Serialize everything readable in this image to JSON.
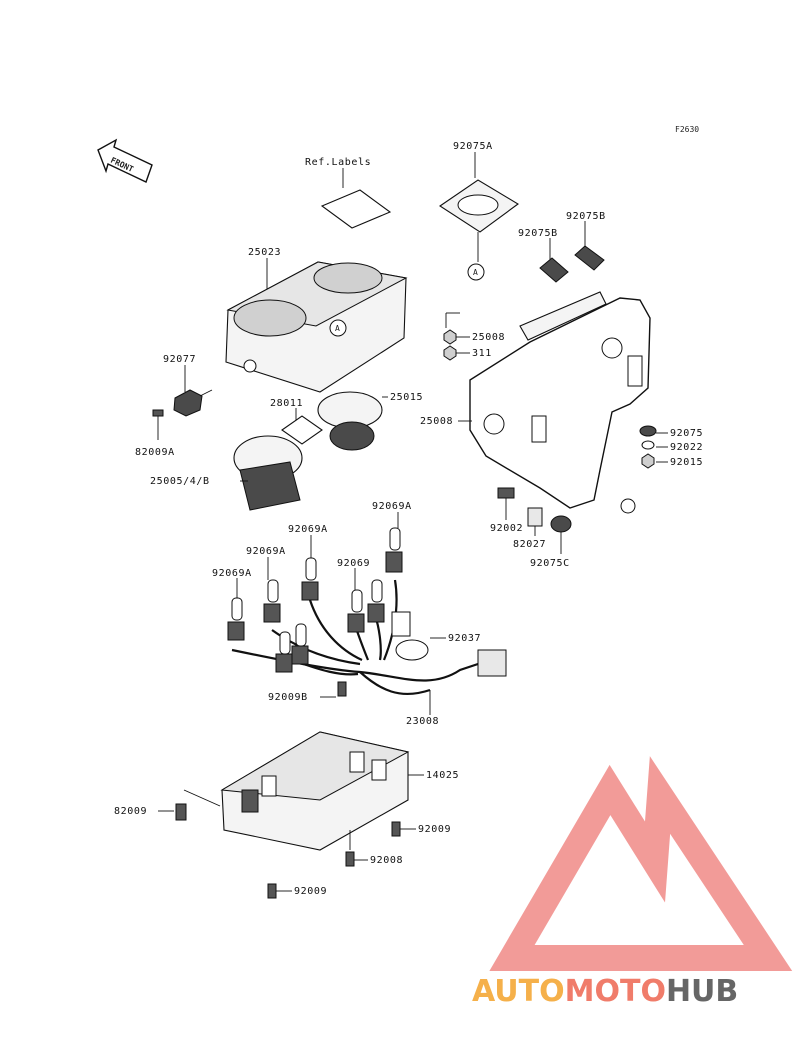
{
  "figure_code": "F2630",
  "front_label": "FRONT",
  "callout_letter": "A",
  "parts": {
    "ref_labels": "Ref.Labels",
    "p82075A": "92075A",
    "p92075B_left": "92075B",
    "p92075B_right": "92075B",
    "p25023": "25023",
    "p25008_nut": "25008",
    "p311": "311",
    "p92077": "92077",
    "p28011": "28011",
    "p25015": "25015",
    "p25008_bracket": "25008",
    "p92075": "92075",
    "p92022": "92022",
    "p92015": "92015",
    "p82009A": "82009A",
    "p25005": "25005/4/B",
    "p92069A_r": "92069A",
    "p92069A_top": "92069A",
    "p92069A_mid": "92069A",
    "p92002": "92002",
    "p82027": "82027",
    "p92075C": "92075C",
    "p92069": "92069",
    "p92069A_left": "92069A",
    "p92037": "92037",
    "p92009B": "92009B",
    "p23008": "23008",
    "p14025": "14025",
    "p82009_left": "82009",
    "p92009_right": "92009",
    "p92008": "92008",
    "p92009_bottom": "92009"
  },
  "watermark": {
    "part1": "AUTO",
    "part2": "MOTO",
    "part3": "HUB",
    "color_auto": "#f5b04a",
    "color_moto": "#f07c6a",
    "color_hub": "#666666",
    "logo_color": "#f08a86"
  }
}
